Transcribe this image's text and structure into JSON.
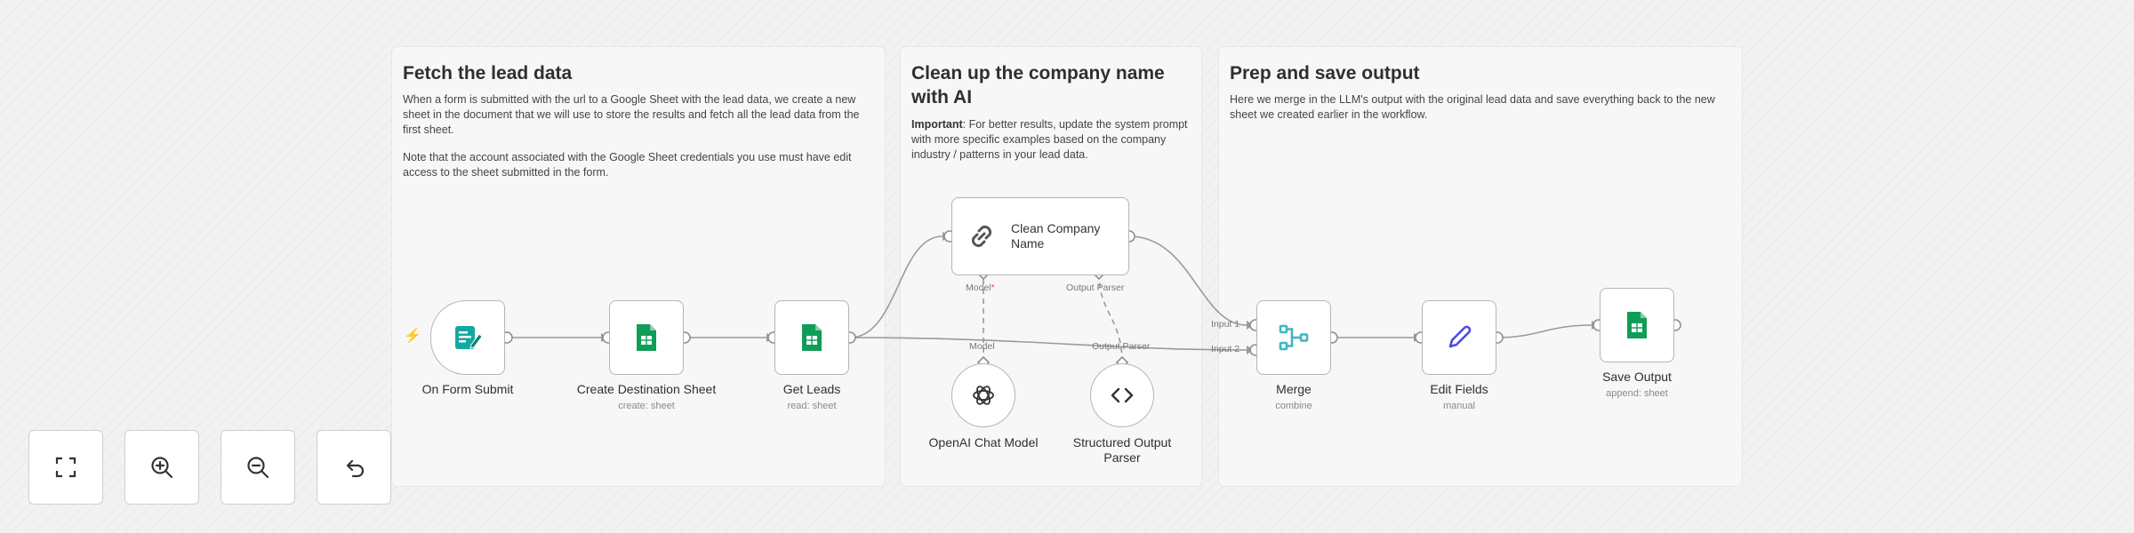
{
  "sticky_notes": [
    {
      "title": "Fetch the lead data",
      "paragraphs": [
        "When a form is submitted with the url to a Google Sheet with the lead data, we create a new sheet in the document that we will use to store the results and fetch all the lead data from the first sheet.",
        "Note that the account associated with the Google Sheet credentials you use must have edit access to the sheet submitted in the form."
      ]
    },
    {
      "title": "Clean up the company name with AI",
      "important_label": "Important",
      "important_text": ": For better results, update the system prompt with more specific examples based on the company industry / patterns in your lead data."
    },
    {
      "title": "Prep and save output",
      "paragraphs": [
        "Here we merge in the LLM's output with the original lead data and save everything back to the new sheet we created earlier in the workflow."
      ]
    }
  ],
  "nodes": {
    "form_submit": {
      "label": "On Form Submit",
      "icon": "form-icon"
    },
    "create_sheet": {
      "label": "Create Destination Sheet",
      "subtitle": "create: sheet",
      "icon": "google-sheets-icon"
    },
    "get_leads": {
      "label": "Get Leads",
      "subtitle": "read: sheet",
      "icon": "google-sheets-icon"
    },
    "clean_name": {
      "label": "Clean Company Name",
      "icon": "link-chain-icon"
    },
    "openai": {
      "label": "OpenAI Chat Model",
      "icon": "openai-icon"
    },
    "parser": {
      "label": "Structured Output Parser",
      "icon": "code-brackets-icon"
    },
    "merge": {
      "label": "Merge",
      "subtitle": "combine",
      "icon": "merge-icon"
    },
    "edit_fields": {
      "label": "Edit Fields",
      "subtitle": "manual",
      "icon": "pencil-icon"
    },
    "save_output": {
      "label": "Save Output",
      "subtitle": "append: sheet",
      "icon": "google-sheets-icon"
    }
  },
  "port_labels": {
    "model": "Model",
    "model_required": "*",
    "output_parser": "Output Parser",
    "sub_model": "Model",
    "sub_output_parser": "Output Parser",
    "input1": "Input 1",
    "input2": "Input 2"
  },
  "controls": [
    {
      "name": "fit-view",
      "icon": "fullscreen-icon"
    },
    {
      "name": "zoom-in",
      "icon": "zoom-in-icon"
    },
    {
      "name": "zoom-out",
      "icon": "zoom-out-icon"
    },
    {
      "name": "undo",
      "icon": "undo-icon"
    }
  ],
  "colors": {
    "accent_trigger": "#ff6d5a",
    "sheets_green": "#0f9d58",
    "form_teal": "#12a9a0",
    "merge_teal": "#3fb6c4",
    "pencil_indigo": "#4e4be0"
  }
}
